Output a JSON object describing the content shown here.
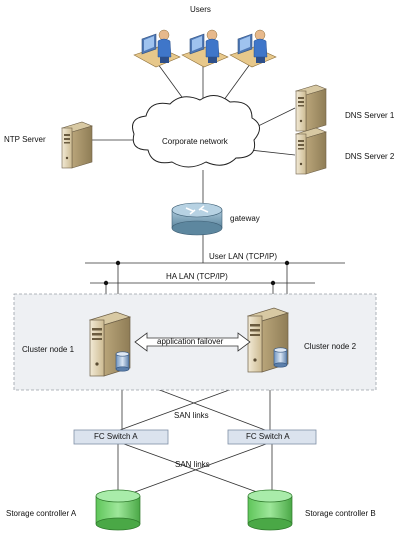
{
  "labels": {
    "users": "Users",
    "ntp_server": "NTP Server",
    "corporate_network": "Corporate network",
    "dns_server_1": "DNS Server 1",
    "dns_server_2": "DNS Server 2",
    "gateway": "gateway",
    "user_lan": "User LAN (TCP/IP)",
    "ha_lan": "HA LAN (TCP/IP)",
    "cluster_node_1": "Cluster node 1",
    "cluster_node_2": "Cluster node 2",
    "application_failover": "application failover",
    "san_links_upper": "SAN links",
    "san_links_lower": "SAN links",
    "fc_switch_left": "FC Switch A",
    "fc_switch_right": "FC Switch A",
    "storage_controller_a": "Storage controller A",
    "storage_controller_b": "Storage controller B"
  },
  "colors": {
    "line": "#333333",
    "cluster_box_fill": "#eef0f3",
    "cluster_box_border": "#9aa0a8",
    "switch_fill": "#dbe3ee",
    "switch_border": "#7f8fa6",
    "storage_fill": "#7ed87a",
    "server_body": "#e8dcc0",
    "router_fill": "#7fa6bf"
  }
}
